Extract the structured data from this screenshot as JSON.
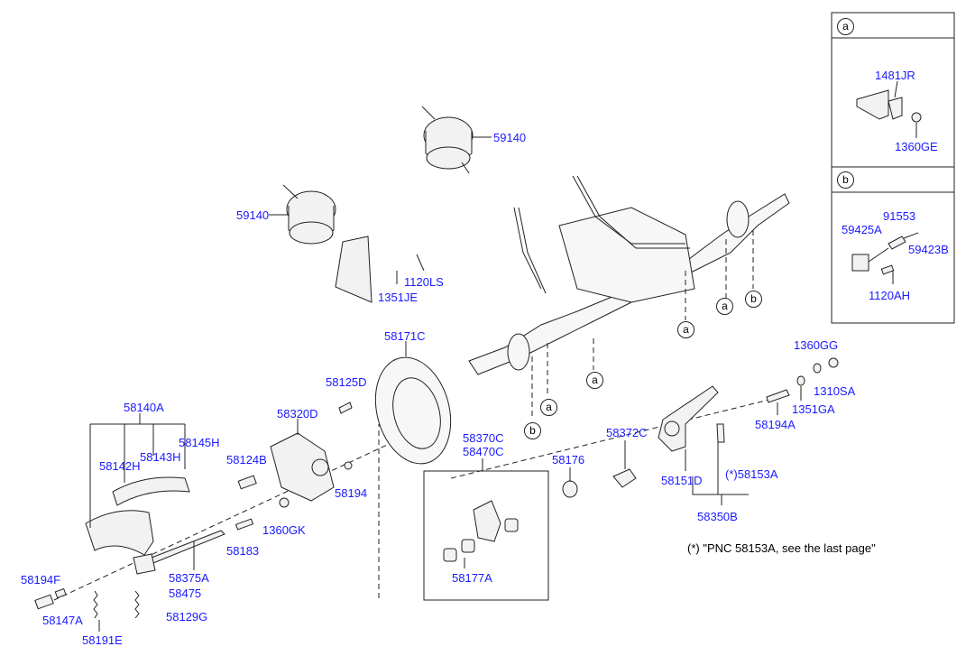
{
  "callouts": {
    "a": "a",
    "b": "b"
  },
  "labels": {
    "p59140_top": "59140",
    "p59140_left": "59140",
    "p1120LS": "1120LS",
    "p1351JE": "1351JE",
    "p58171C": "58171C",
    "p58125D": "58125D",
    "p58140A": "58140A",
    "p58320D": "58320D",
    "p58145H": "58145H",
    "p58143H": "58143H",
    "p58142H": "58142H",
    "p58124B": "58124B",
    "p58194": "58194",
    "p1360GK": "1360GK",
    "p58183": "58183",
    "p58375A": "58375A",
    "p58475": "58475",
    "p58194F": "58194F",
    "p58147A": "58147A",
    "p58129G": "58129G",
    "p58191E": "58191E",
    "p58370C": "58370C",
    "p58470C": "58470C",
    "p58177A": "58177A",
    "p58176": "58176",
    "p58372C": "58372C",
    "p58151D": "58151D",
    "p58153A": "(*)58153A",
    "p58350B": "58350B",
    "p1360GG": "1360GG",
    "p1310SA": "1310SA",
    "p1351GA": "1351GA",
    "p58194A": "58194A",
    "p1481JR": "1481JR",
    "p1360GE": "1360GE",
    "p91553": "91553",
    "p59425A": "59425A",
    "p59423B": "59423B",
    "p1120AH": "1120AH"
  },
  "note": "(*) \"PNC 58153A, see the last page\"",
  "colors": {
    "label": "#1a1aff",
    "line": "#222222",
    "part_fill": "#f2f2f2"
  }
}
